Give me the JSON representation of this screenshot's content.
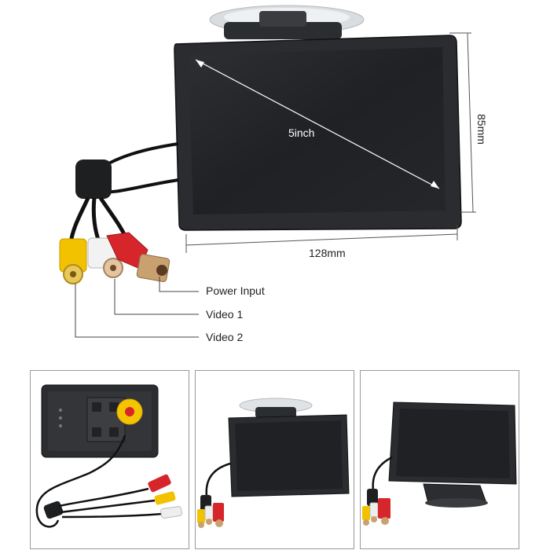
{
  "main_photo": {
    "diagonal_label": "5inch",
    "width_label": "128mm",
    "height_label": "85mm"
  },
  "connectors": {
    "power": "Power Input",
    "video1": "Video 1",
    "video2": "Video 2"
  },
  "thumbnails": [
    {
      "name": "back-view"
    },
    {
      "name": "front-view-suction-mount"
    },
    {
      "name": "angled-view-stand"
    }
  ],
  "colors": {
    "screen": "#1f2124",
    "bezel": "#2a2c2f",
    "rca_yellow": "#f2c200",
    "rca_white": "#eeeeee",
    "rca_red": "#d7262b",
    "sticker": "#f5c400"
  }
}
